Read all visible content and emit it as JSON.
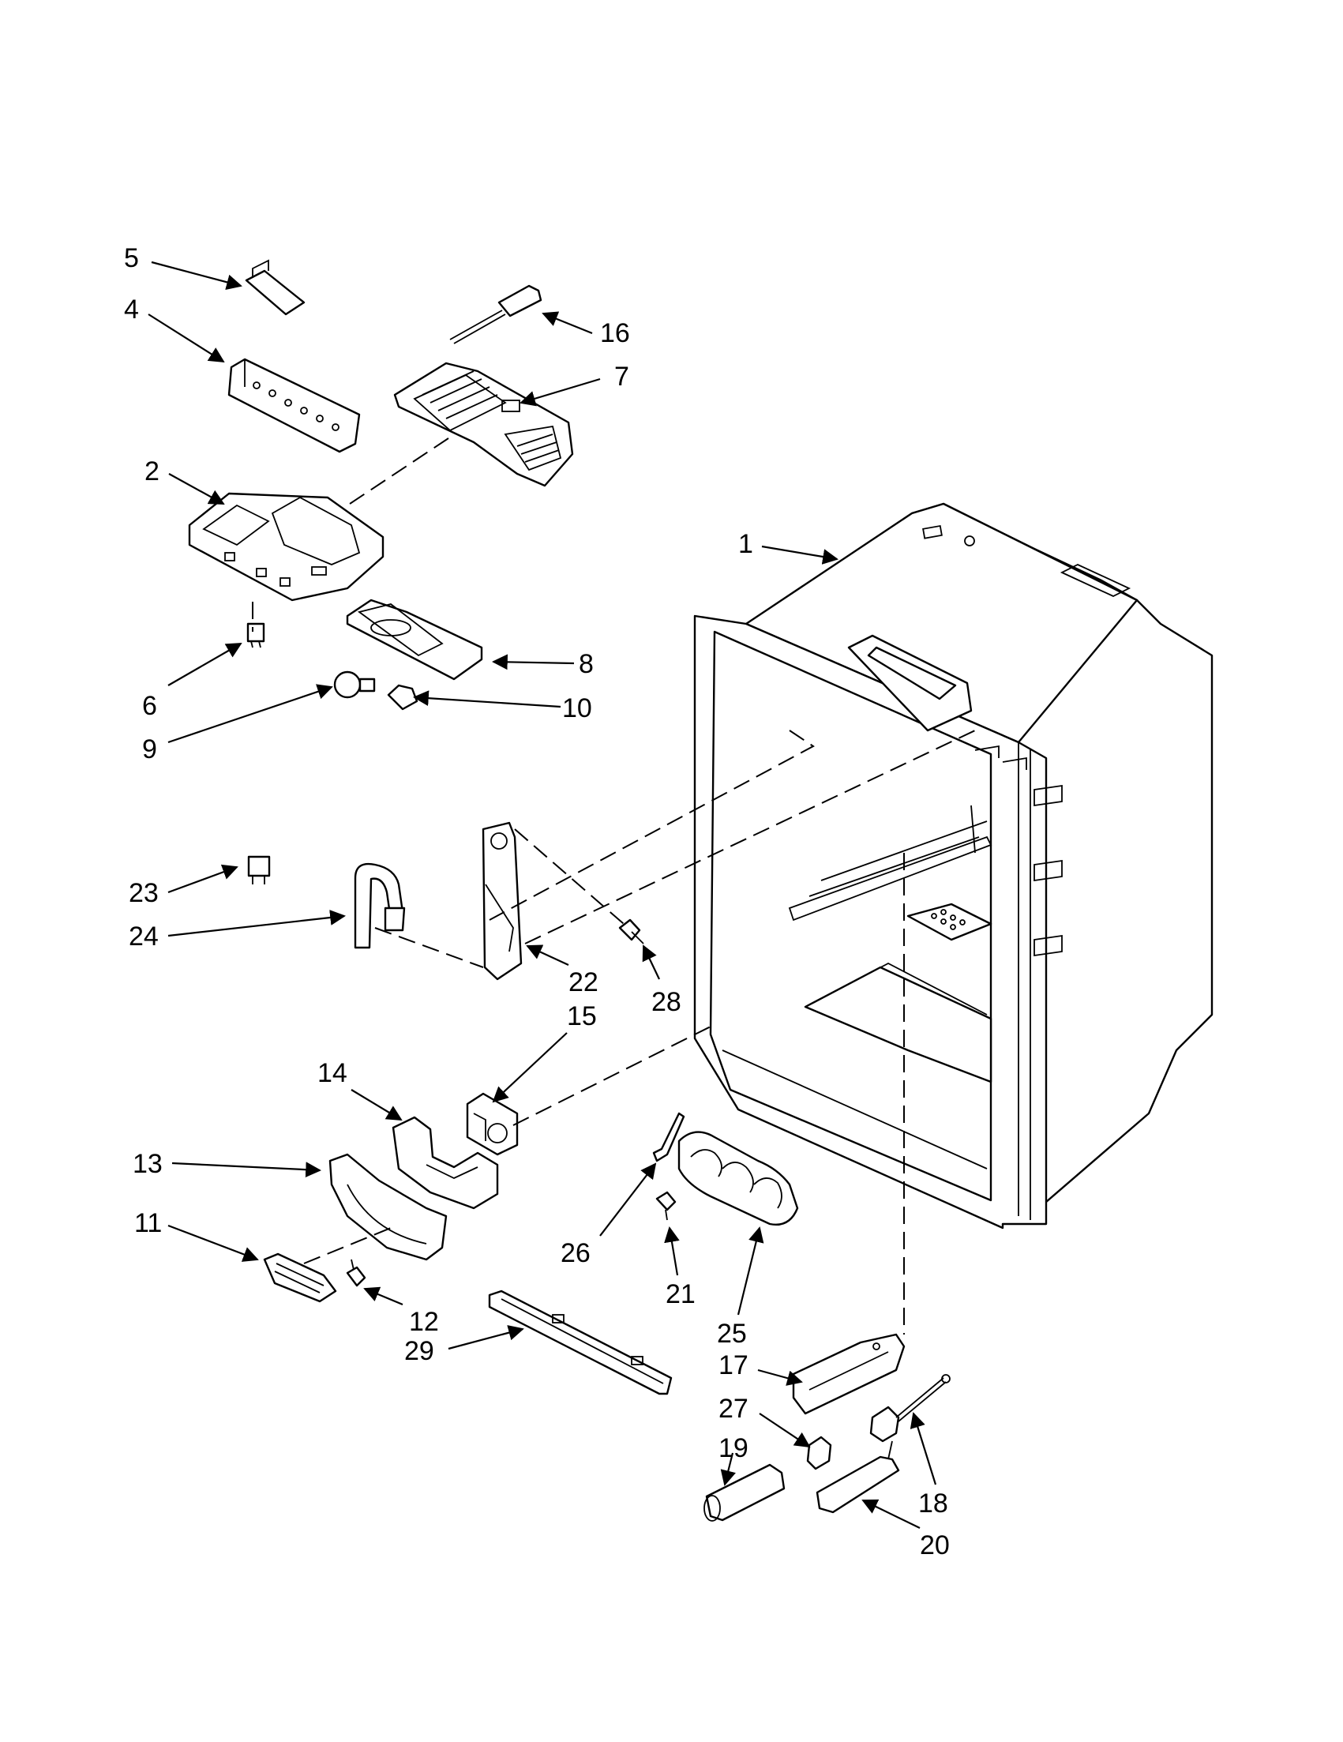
{
  "callouts": {
    "c1": "1",
    "c2": "2",
    "c4": "4",
    "c5": "5",
    "c6": "6",
    "c7": "7",
    "c8": "8",
    "c9": "9",
    "c10": "10",
    "c11": "11",
    "c12": "12",
    "c13": "13",
    "c14": "14",
    "c15": "15",
    "c16": "16",
    "c17": "17",
    "c18": "18",
    "c19": "19",
    "c20": "20",
    "c21": "21",
    "c22": "22",
    "c23": "23",
    "c24": "24",
    "c25": "25",
    "c26": "26",
    "c27": "27",
    "c28": "28",
    "c29": "29"
  }
}
